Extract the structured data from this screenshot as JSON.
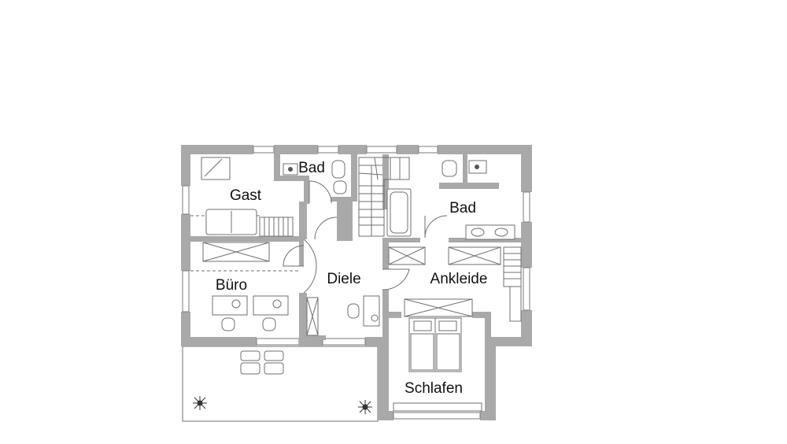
{
  "rooms": {
    "gast": "Gast",
    "bad_left": "Bad",
    "bad_right": "Bad",
    "buero": "Büro",
    "diele": "Diele",
    "ankleide": "Ankleide",
    "schlafen": "Schlafen"
  },
  "colors": {
    "wall": "#a9a9a9",
    "line": "#6f6f6f",
    "background": "#ffffff",
    "text": "#111111"
  }
}
